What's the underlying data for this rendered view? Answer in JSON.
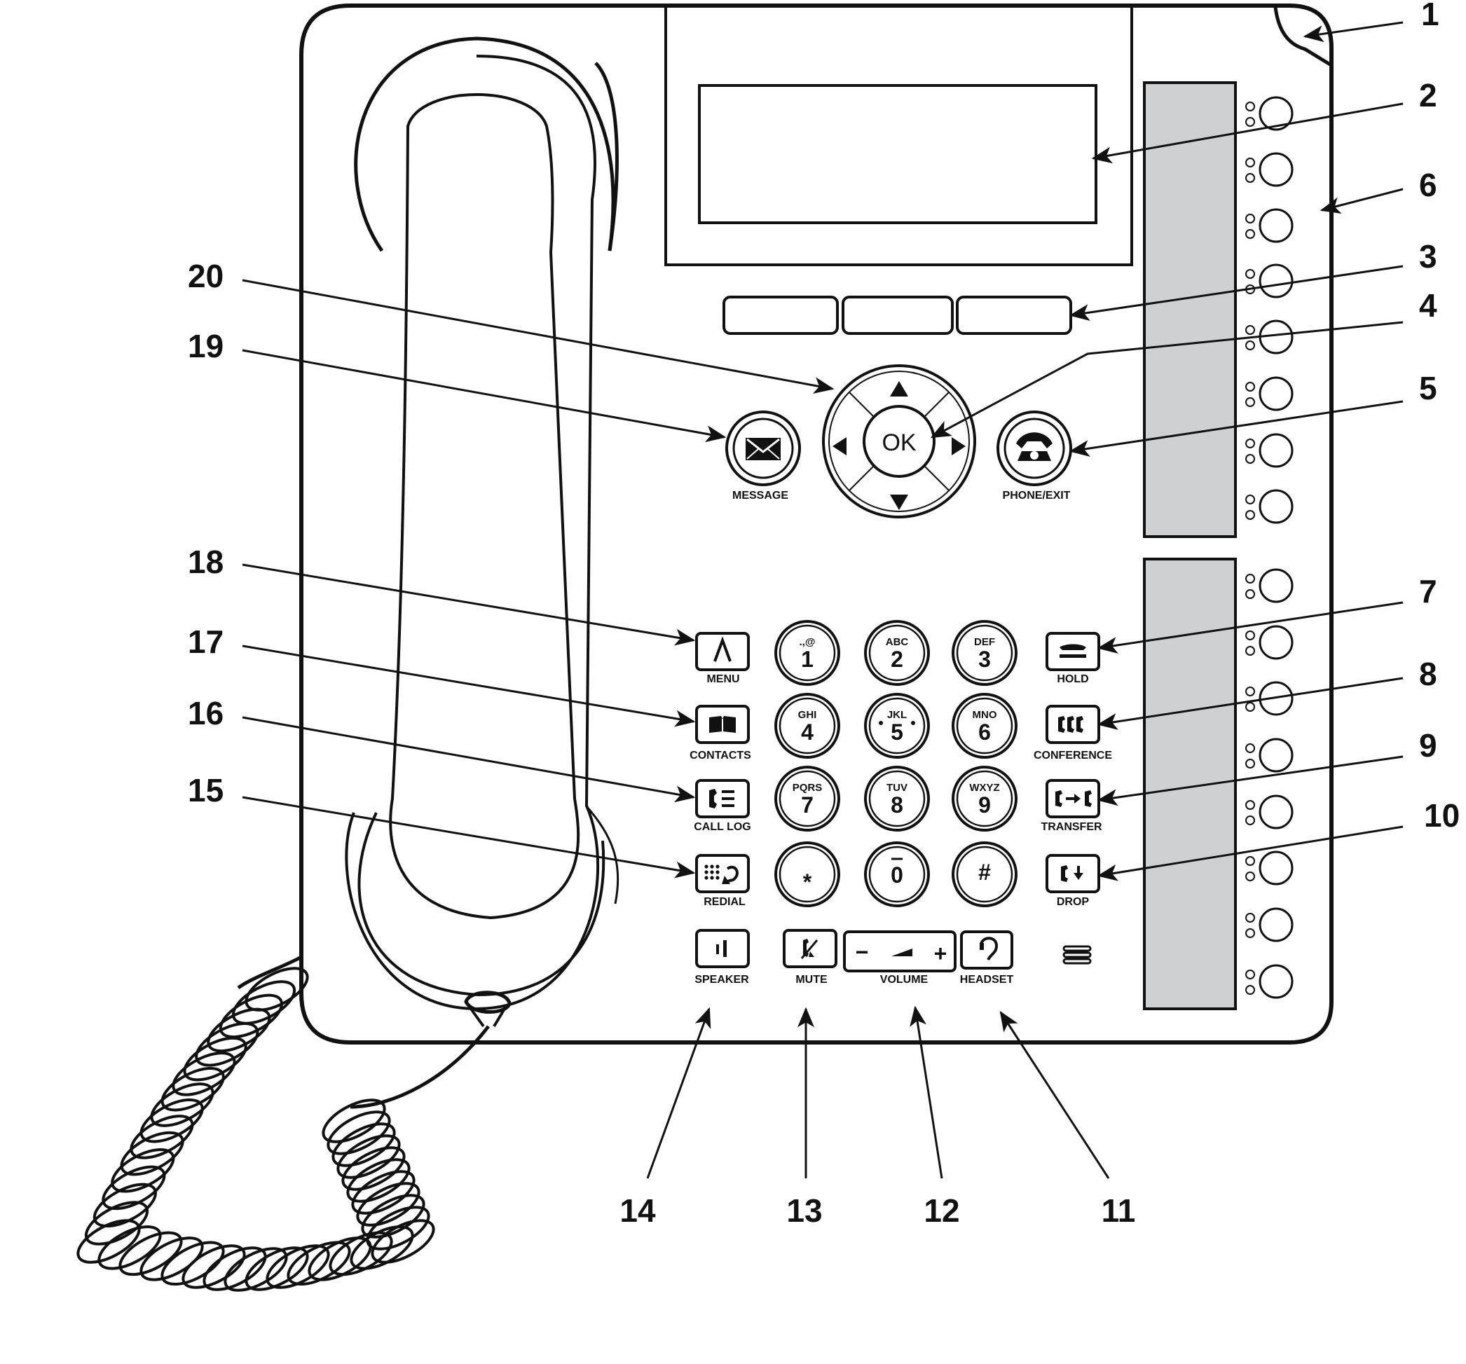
{
  "callouts": {
    "c1": "1",
    "c2": "2",
    "c3": "3",
    "c4": "4",
    "c5": "5",
    "c6": "6",
    "c7": "7",
    "c8": "8",
    "c9": "9",
    "c10": "10",
    "c11": "11",
    "c12": "12",
    "c13": "13",
    "c14": "14",
    "c15": "15",
    "c16": "16",
    "c17": "17",
    "c18": "18",
    "c19": "19",
    "c20": "20"
  },
  "navigation": {
    "ok_label": "OK",
    "message_label": "MESSAGE",
    "phone_exit_label": "PHONE/EXIT"
  },
  "left_buttons": {
    "menu": "MENU",
    "contacts": "CONTACTS",
    "call_log": "CALL LOG",
    "redial": "REDIAL"
  },
  "right_buttons": {
    "hold": "HOLD",
    "conference": "CONFERENCE",
    "transfer": "TRANSFER",
    "drop": "DROP"
  },
  "bottom_buttons": {
    "speaker": "SPEAKER",
    "mute": "MUTE",
    "volume": "VOLUME",
    "volume_minus": "−",
    "volume_plus": "+",
    "headset": "HEADSET"
  },
  "keypad": [
    {
      "digit": "1",
      "letters": ".,@"
    },
    {
      "digit": "2",
      "letters": "ABC"
    },
    {
      "digit": "3",
      "letters": "DEF"
    },
    {
      "digit": "4",
      "letters": "GHI"
    },
    {
      "digit": "5",
      "letters": "JKL"
    },
    {
      "digit": "6",
      "letters": "MNO"
    },
    {
      "digit": "7",
      "letters": "PQRS"
    },
    {
      "digit": "8",
      "letters": "TUV"
    },
    {
      "digit": "9",
      "letters": "WXYZ"
    },
    {
      "digit": "*",
      "letters": ""
    },
    {
      "digit": "0",
      "letters": ""
    },
    {
      "digit": "#",
      "letters": ""
    }
  ],
  "icons": {
    "message": "envelope-icon",
    "phone_exit": "telephone-icon",
    "menu": "avaya-a-icon",
    "contacts": "open-book-icon",
    "call_log": "call-log-icon",
    "redial": "redial-icon",
    "hold": "hold-icon",
    "conference": "conference-icon",
    "transfer": "transfer-icon",
    "drop": "drop-icon",
    "speaker": "speaker-icon",
    "mute": "mute-icon",
    "headset": "headset-icon",
    "nav_up": "arrow-up-icon",
    "nav_down": "arrow-down-icon",
    "nav_left": "arrow-left-icon",
    "nav_right": "arrow-right-icon"
  },
  "colors": {
    "line": "#111111",
    "label_strip": "#cfd0d2",
    "background": "#ffffff"
  }
}
